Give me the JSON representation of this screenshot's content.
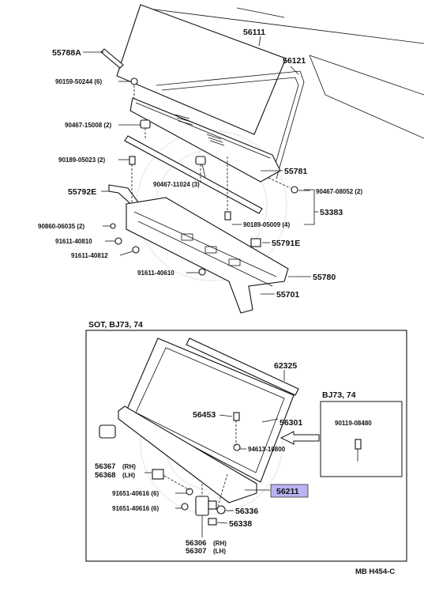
{
  "callouts": [
    {
      "id": "c_56111",
      "text": "56111"
    },
    {
      "id": "c_55788A",
      "text": "55788A"
    },
    {
      "id": "c_56121",
      "text": "56121"
    },
    {
      "id": "c_90159",
      "text": "90159-50244 (6)"
    },
    {
      "id": "c_90467_15008",
      "text": "90467-15008 (2)"
    },
    {
      "id": "c_90189_05023",
      "text": "90189-05023 (2)"
    },
    {
      "id": "c_55781",
      "text": "55781"
    },
    {
      "id": "c_55792E",
      "text": "55792E"
    },
    {
      "id": "c_90467_11024",
      "text": "90467-11024 (3)"
    },
    {
      "id": "c_90467_08052",
      "text": "90467-08052 (2)"
    },
    {
      "id": "c_53383",
      "text": "53383"
    },
    {
      "id": "c_90189_05009",
      "text": "90189-05009 (4)"
    },
    {
      "id": "c_90860",
      "text": "90860-06035 (2)"
    },
    {
      "id": "c_91611_40810",
      "text": "91611-40810"
    },
    {
      "id": "c_55791E",
      "text": "55791E"
    },
    {
      "id": "c_91611_40812",
      "text": "91611-40812"
    },
    {
      "id": "c_91611_40610",
      "text": "91611-40610"
    },
    {
      "id": "c_55780",
      "text": "55780"
    },
    {
      "id": "c_55701",
      "text": "55701"
    },
    {
      "id": "c_62325",
      "text": "62325"
    },
    {
      "id": "c_56453",
      "text": "56453"
    },
    {
      "id": "c_56301",
      "text": "56301"
    },
    {
      "id": "c_90119",
      "text": "90119-08480"
    },
    {
      "id": "c_94613",
      "text": "94613-10800"
    },
    {
      "id": "c_56367",
      "text": "56367"
    },
    {
      "id": "c_56367_s",
      "text": "(RH)"
    },
    {
      "id": "c_56368",
      "text": "56368"
    },
    {
      "id": "c_56368_s",
      "text": "(LH)"
    },
    {
      "id": "c_56211",
      "text": "56211"
    },
    {
      "id": "c_91651_a",
      "text": "91651-40616 (6)"
    },
    {
      "id": "c_91651_b",
      "text": "91651-40616 (6)"
    },
    {
      "id": "c_56336",
      "text": "56336"
    },
    {
      "id": "c_56338",
      "text": "56338"
    },
    {
      "id": "c_56306",
      "text": "56306"
    },
    {
      "id": "c_56306_s",
      "text": "(RH)"
    },
    {
      "id": "c_56307",
      "text": "56307"
    },
    {
      "id": "c_56307_s",
      "text": "(LH)"
    }
  ],
  "inset": {
    "title": "SOT, BJ73, 74",
    "sub_title": "BJ73, 74"
  },
  "highlight": {
    "part": "56211",
    "color": "#b9b3f0"
  },
  "footer": {
    "code": "MB  H454-C"
  }
}
